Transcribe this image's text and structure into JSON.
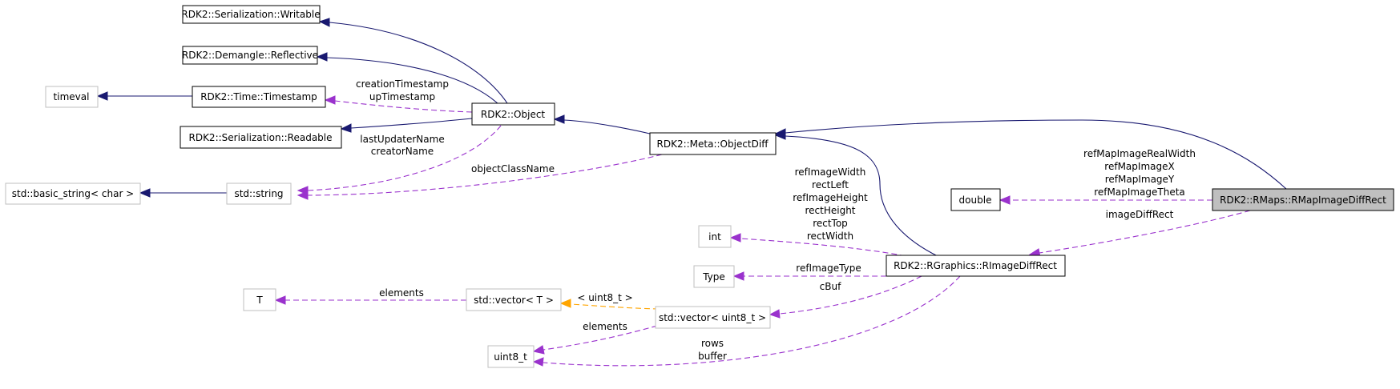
{
  "colors": {
    "inheritance_edge": "#191970",
    "usage_edge": "#9a32cd",
    "template_edge": "#ffa500",
    "focus_fill": "#bfbfbf",
    "undocumented_border": "#bfbfbf"
  },
  "nodes": {
    "writable": "RDK2::Serialization::Writable",
    "reflective": "RDK2::Demangle::Reflective",
    "timeval": "timeval",
    "timestamp": "RDK2::Time::Timestamp",
    "readable": "RDK2::Serialization::Readable",
    "object": "RDK2::Object",
    "basic_string": "std::basic_string< char >",
    "string": "std::string",
    "objectdiff": "RDK2::Meta::ObjectDiff",
    "double": "double",
    "rmap": "RDK2::RMaps::RMapImageDiffRect",
    "int": "int",
    "type": "Type",
    "rimage": "RDK2::RGraphics::RImageDiffRect",
    "T": "T",
    "vectorT": "std::vector< T >",
    "vectorU8": "std::vector< uint8_t >",
    "uint8": "uint8_t"
  },
  "labels": {
    "creation": [
      "creationTimestamp",
      "upTimestamp"
    ],
    "names": [
      "lastUpdaterName",
      "creatorName"
    ],
    "objectClassName": [
      "objectClassName"
    ],
    "refMap": [
      "refMapImageRealWidth",
      "refMapImageX",
      "refMapImageY",
      "refMapImageTheta"
    ],
    "imageDiffRect": [
      "imageDiffRect"
    ],
    "intMembers": [
      "refImageWidth",
      "rectLeft",
      "refImageHeight",
      "rectHeight",
      "rectTop",
      "rectWidth"
    ],
    "refImageType": [
      "refImageType"
    ],
    "cBuf": [
      "cBuf"
    ],
    "templateArg": [
      "< uint8_t >"
    ],
    "elementsT": [
      "elements"
    ],
    "elementsU8": [
      "elements"
    ],
    "rowsBuffer": [
      "rows",
      "buffer"
    ]
  }
}
